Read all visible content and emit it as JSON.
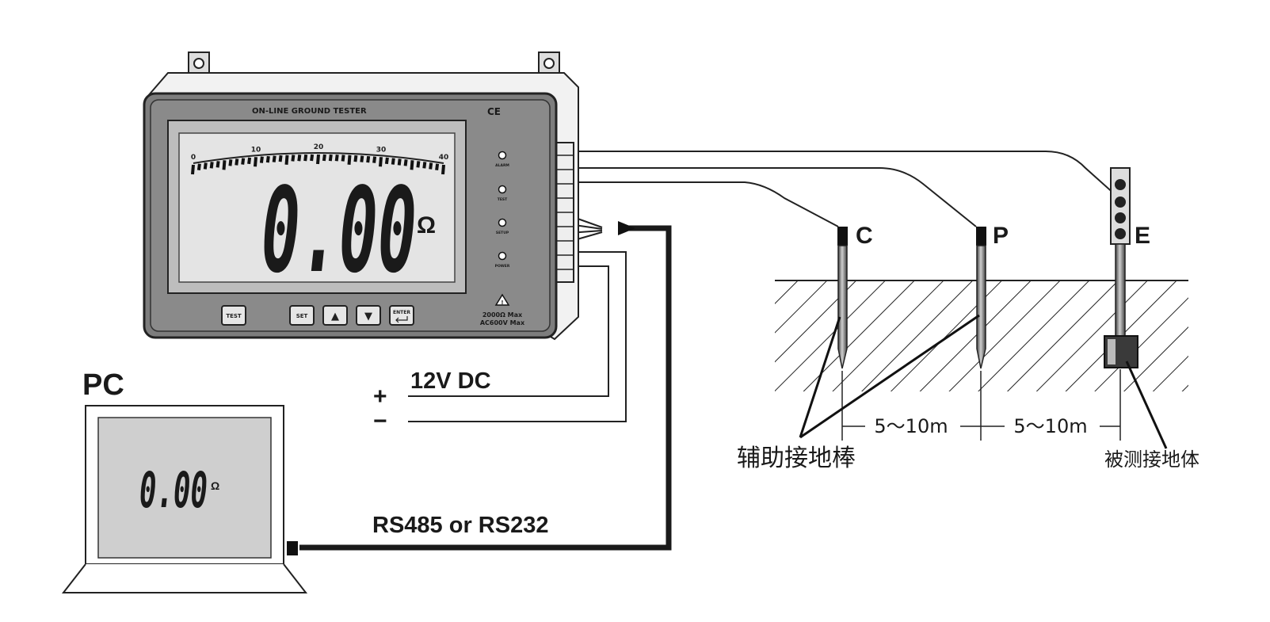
{
  "device": {
    "name": "ON-LINE GROUND TESTER",
    "ce_mark": "CE",
    "display_value": "0.00",
    "unit_symbol": "Ω",
    "scale_ticks": [
      "0",
      "10",
      "20",
      "30",
      "40"
    ],
    "indicators": [
      "ALARM",
      "TEST",
      "SETUP",
      "POWER"
    ],
    "buttons": {
      "test": "TEST",
      "set": "SET",
      "up": "▲",
      "down": "▼",
      "enter": "ENTER"
    },
    "warning_icon": "warning-triangle-icon",
    "rating_line1": "2000Ω Max",
    "rating_line2": "AC600V Max"
  },
  "power": {
    "label": "12V DC",
    "plus": "+",
    "minus": "−"
  },
  "pc": {
    "label": "PC",
    "display_value": "0.00",
    "unit_symbol": "Ω"
  },
  "comm": {
    "label": "RS485 or RS232"
  },
  "probes": {
    "c": "C",
    "p": "P",
    "e": "E"
  },
  "distances": {
    "first": "5～10m",
    "second": "5～10m"
  },
  "annotations": {
    "aux_rods": "辅助接地棒",
    "measured_ground": "被测接地体"
  }
}
